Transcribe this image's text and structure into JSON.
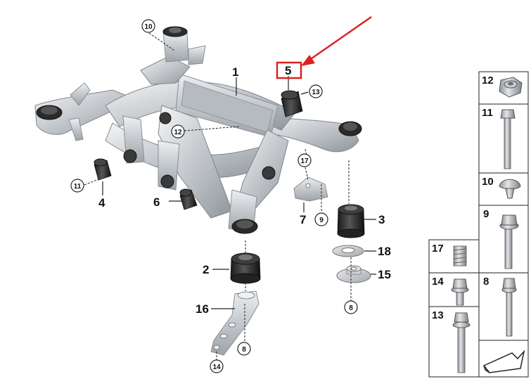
{
  "part_labels": {
    "p1": "1",
    "p2": "2",
    "p3": "3",
    "p4": "4",
    "p5": "5",
    "p6": "6",
    "p7": "7",
    "p15": "15",
    "p16": "16",
    "p18": "18"
  },
  "callouts": {
    "c10": "10",
    "c13": "13",
    "c12": "12",
    "c11": "11",
    "c17": "17",
    "c9": "9",
    "c8a": "8",
    "c8b": "8",
    "c14": "14"
  },
  "parts_table": {
    "c12": "12",
    "c11": "11",
    "c10": "10",
    "c9": "9",
    "c17": "17",
    "c14": "14",
    "c8": "8",
    "c13": "13"
  },
  "colors": {
    "highlight": "#e02020",
    "arrow": "#e02020"
  }
}
